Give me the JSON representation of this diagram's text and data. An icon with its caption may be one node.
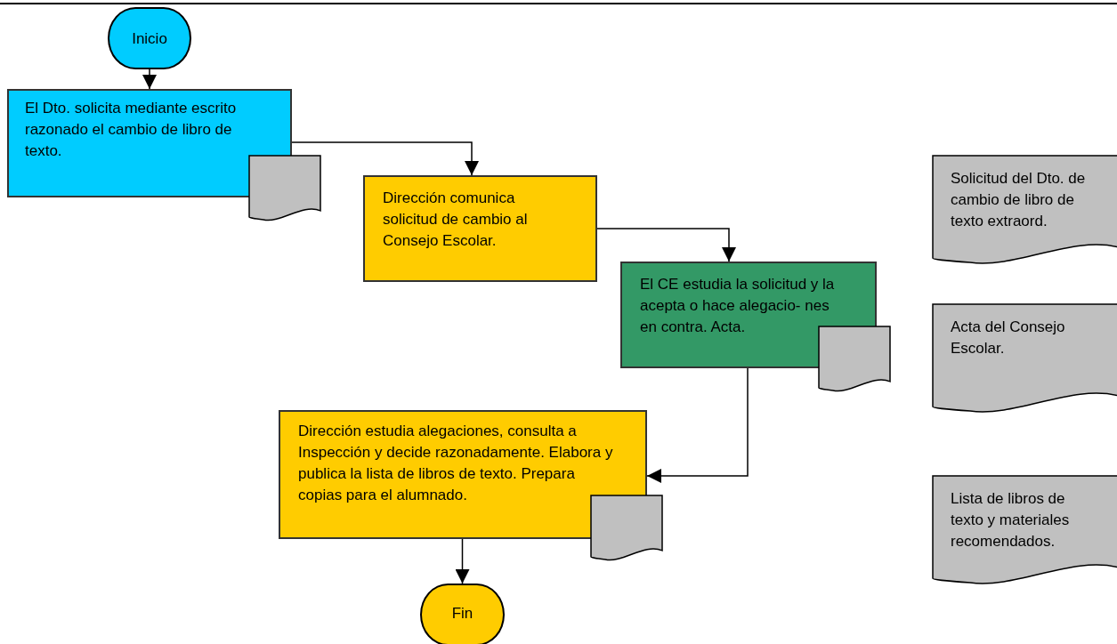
{
  "diagram": {
    "nodes": [
      {
        "text": [
          "Inicio"
        ]
      },
      {
        "text": [
          "El Dto. solicita mediante escrito razonado el cambio de libro de texto."
        ]
      },
      {
        "text": [],
        "shape": "document"
      },
      {
        "text": [
          "Dirección comunica solicitud de cambio al Consejo Escolar."
        ]
      },
      {
        "text": [
          "El CE estudia la solicitud y la acepta o hace alegacio- nes en contra. Acta."
        ]
      },
      {
        "text": [],
        "shape": "document"
      },
      {
        "text": [
          "Dirección estudia alegaciones, consulta a Inspección y decide razonadamente. Elabora y publica la lista de libros de texto. Prepara copias para el alumnado."
        ]
      },
      {
        "text": [],
        "shape": "document"
      },
      {
        "text": [
          "Fin"
        ]
      },
      {
        "text": [
          "Solicitud del Dto. de cambio de libro de texto extraord."
        ]
      },
      {
        "text": [
          "Acta del Consejo Escolar."
        ]
      },
      {
        "text": [
          "Lista de libros de texto y materiales recomendados."
        ]
      }
    ],
    "edges": [
      {
        "from": 0,
        "to": 1,
        "arrow": "to"
      },
      {
        "from": 1,
        "to": 3,
        "arrow": "to"
      },
      {
        "from": 3,
        "to": 4,
        "arrow": "to"
      },
      {
        "from": 4,
        "to": 6,
        "arrow": "to"
      },
      {
        "from": 6,
        "to": 8,
        "arrow": "to"
      }
    ]
  }
}
